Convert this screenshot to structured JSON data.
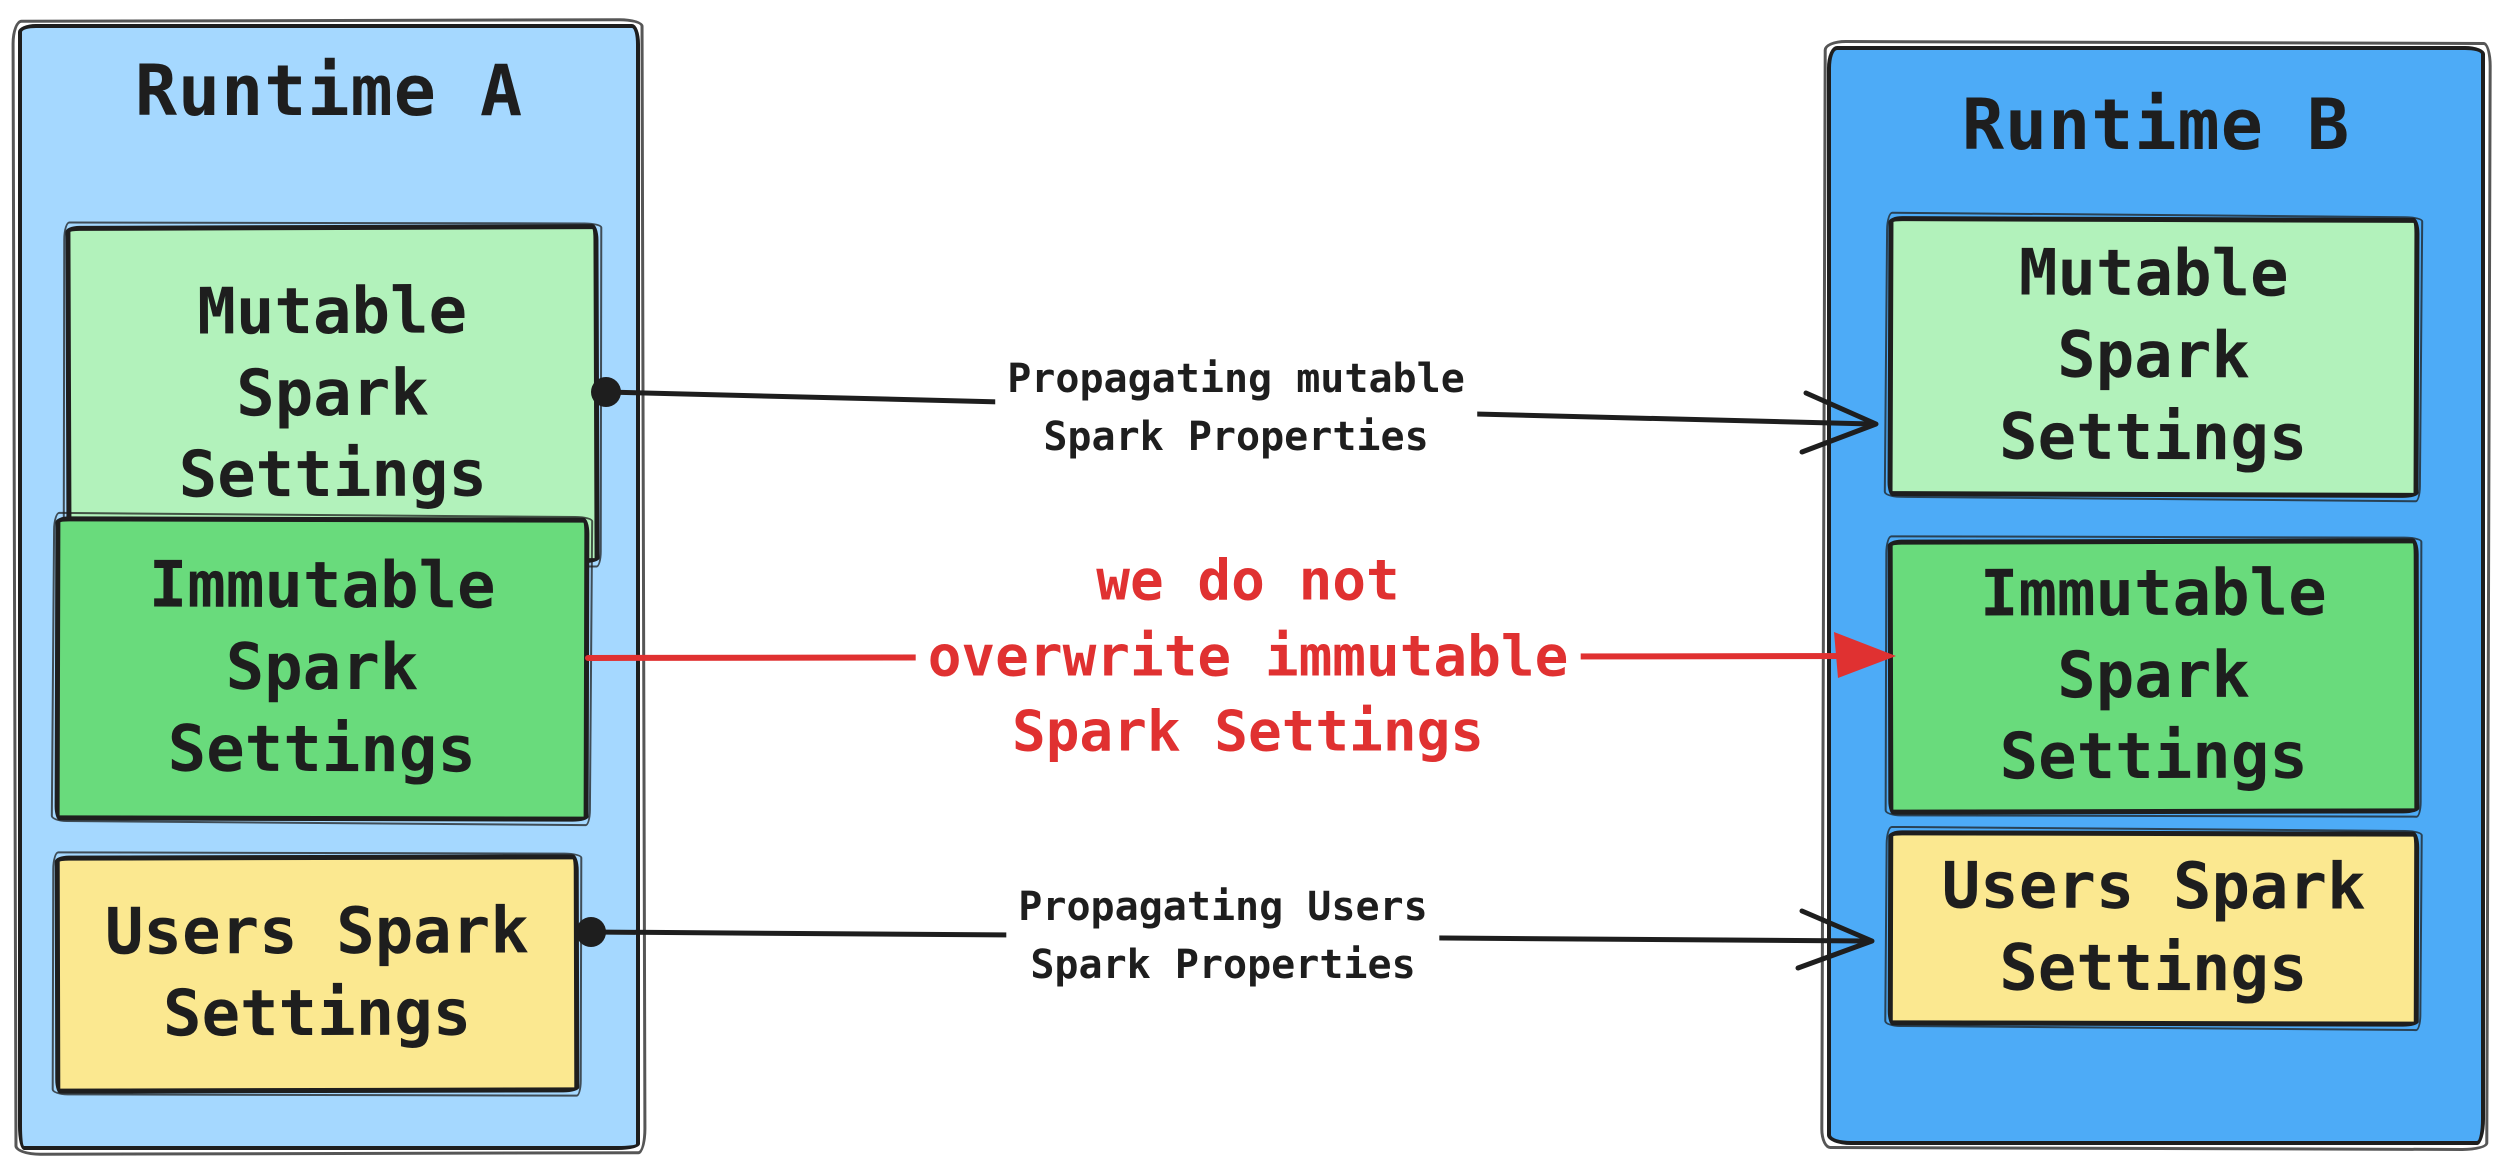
{
  "colors": {
    "stroke": "#1e1e1e",
    "runtime_a_fill": "#a5d8ff",
    "runtime_b_fill": "#4dabf7",
    "mutable_fill": "#b2f2bb",
    "immutable_fill": "#69db7c",
    "users_fill": "#fbe890",
    "red": "#e03131"
  },
  "runtime_a": {
    "title": "Runtime A",
    "mutable_label": "Mutable\nSpark\nSettings",
    "immutable_label": "Immutable\nSpark\nSettings",
    "users_label": "Users Spark\nSettings"
  },
  "runtime_b": {
    "title": "Runtime B",
    "mutable_label": "Mutable\nSpark\nSettings",
    "immutable_label": "Immutable\nSpark\nSettings",
    "users_label": "Users Spark\nSettings"
  },
  "arrows": {
    "mutable": {
      "label": "Propagating mutable\nSpark Properties"
    },
    "immutable": {
      "label": "we do not\noverwrite immutable\nSpark Settings"
    },
    "users": {
      "label": "Propagating Users\nSpark Properties"
    }
  }
}
